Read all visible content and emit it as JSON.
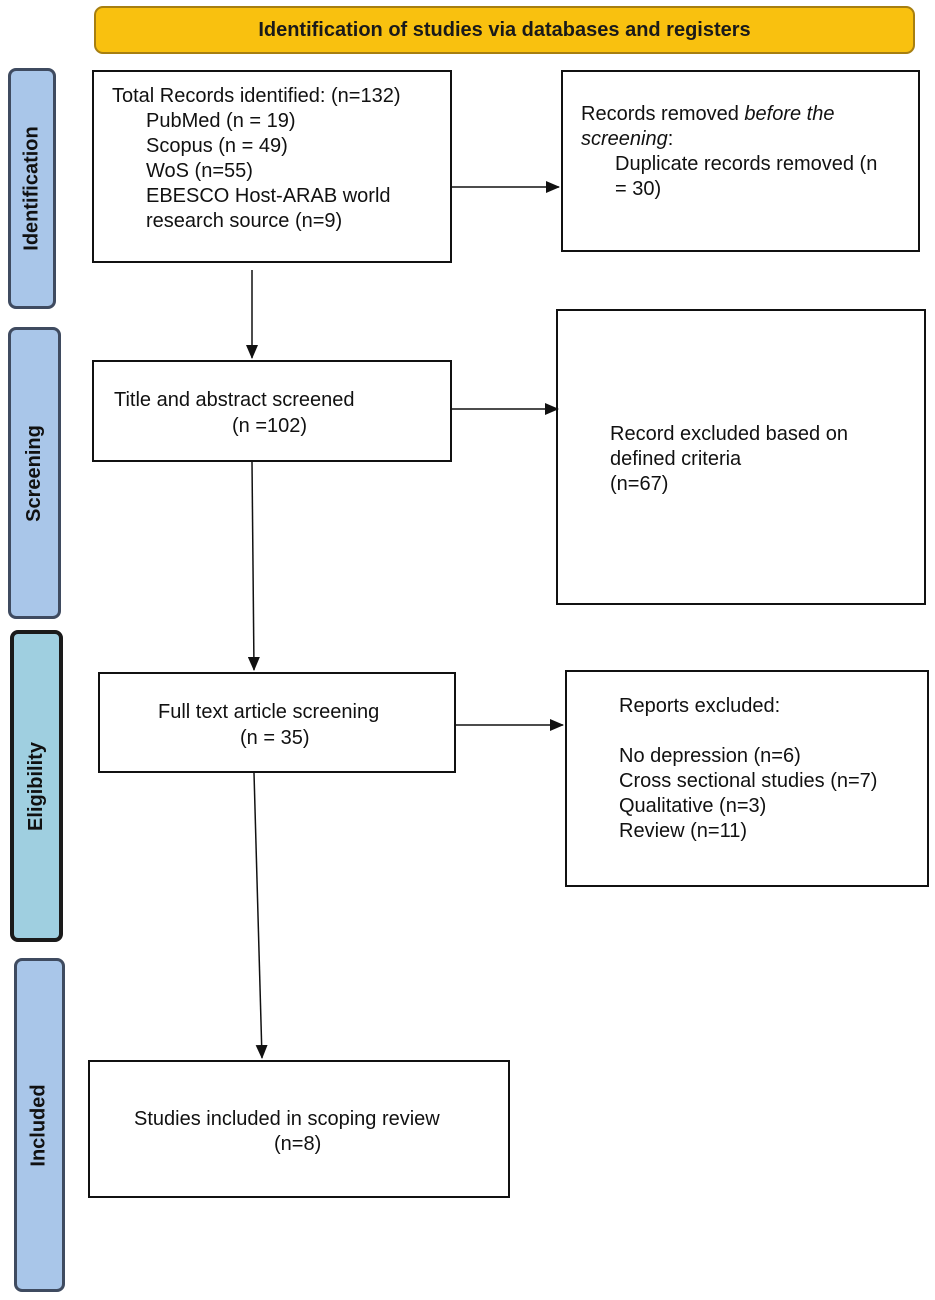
{
  "header": {
    "title": "Identification of studies via databases and registers"
  },
  "stages": {
    "identification": "Identification",
    "screening": "Screening",
    "eligibility": "Eligibility",
    "included": "Included"
  },
  "identification_box": {
    "total": "Total Records identified: (n=132)",
    "sources": [
      "PubMed (n = 19)",
      "Scopus (n = 49)",
      "WoS (n=55)",
      "EBESCO Host-ARAB world",
      "research source (n=9)"
    ]
  },
  "removed_box": {
    "line1_prefix": "Records removed ",
    "line1_italic": "before the",
    "line2_italic": "screening",
    "line2_suffix": ":",
    "detail_line1": "Duplicate records removed (n",
    "detail_line2": "= 30)"
  },
  "screening_box": {
    "line1": "Title and abstract screened",
    "line2": "(n =102)"
  },
  "excluded_criteria_box": {
    "lines": [
      "Record excluded based on",
      "defined criteria",
      "(n=67)"
    ]
  },
  "fulltext_box": {
    "line1": "Full text article screening",
    "line2": "(n = 35)"
  },
  "reports_excluded_box": {
    "title": "Reports excluded:",
    "items": [
      "No depression (n=6)",
      "Cross sectional studies (n=7)",
      "Qualitative (n=3)",
      "Review (n=11)"
    ]
  },
  "included_box": {
    "line1": "Studies included in scoping review",
    "line2": "(n=8)"
  }
}
